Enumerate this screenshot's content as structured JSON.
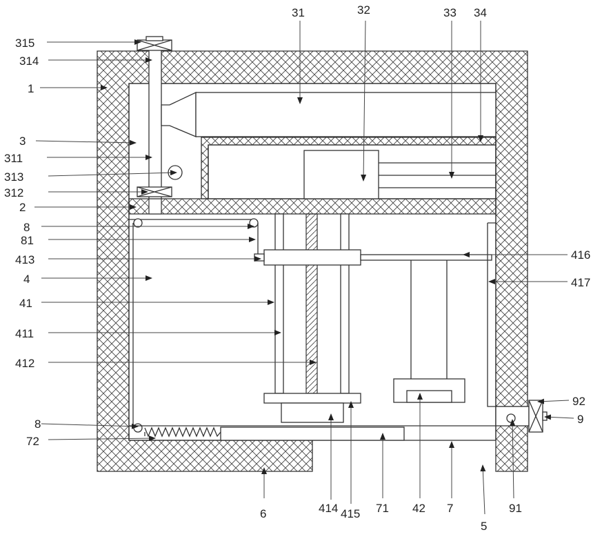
{
  "labels": {
    "l315": "315",
    "l314": "314",
    "l1": "1",
    "l3": "3",
    "l311": "311",
    "l313": "313",
    "l312": "312",
    "l2": "2",
    "l8a": "8",
    "l81": "81",
    "l413": "413",
    "l4": "4",
    "l41": "41",
    "l411": "411",
    "l412": "412",
    "l8b": "8",
    "l72": "72",
    "l31": "31",
    "l32": "32",
    "l33": "33",
    "l34": "34",
    "l416": "416",
    "l417": "417",
    "l92": "92",
    "l9": "9",
    "l6": "6",
    "l414": "414",
    "l415": "415",
    "l71": "71",
    "l42": "42",
    "l7": "7",
    "l91": "91",
    "l5": "5"
  },
  "colors": {
    "line": "#333333",
    "arrow": "#222222",
    "background": "#ffffff"
  }
}
